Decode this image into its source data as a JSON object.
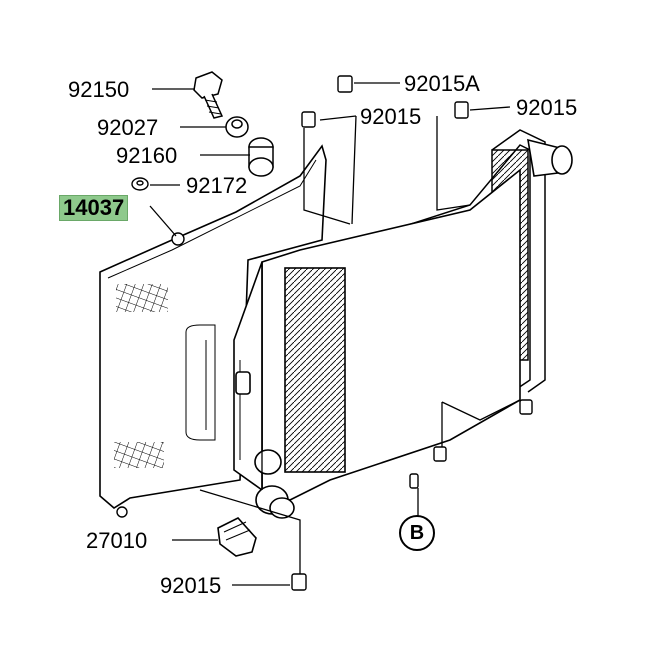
{
  "labels": {
    "p92150": "92150",
    "p92027": "92027",
    "p92160": "92160",
    "p92172": "92172",
    "p14037": "14037",
    "p27010": "27010",
    "p92015_bottom": "92015",
    "p92015A": "92015A",
    "p92015_mid": "92015",
    "p92015_right": "92015"
  },
  "callout": {
    "connector": "B"
  },
  "colors": {
    "highlight": "#8ec98c",
    "line": "#000000"
  }
}
